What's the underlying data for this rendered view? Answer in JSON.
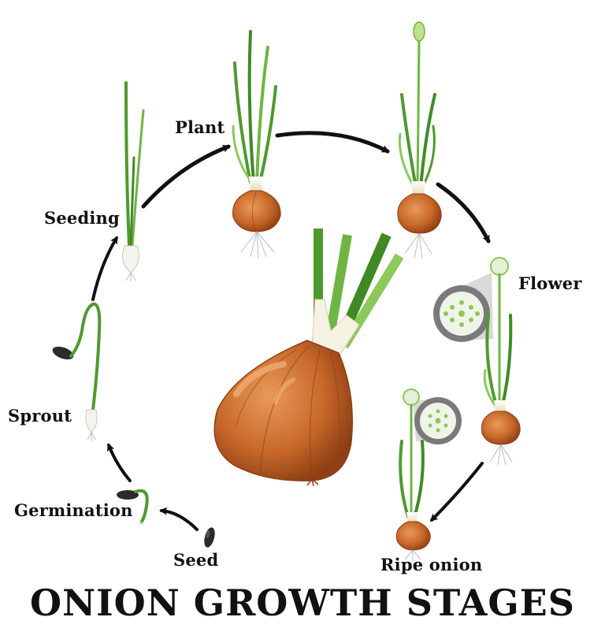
{
  "title": "ONION GROWTH STAGES",
  "stages": [
    {
      "id": "seed",
      "label": "Seed"
    },
    {
      "id": "germination",
      "label": "Germination"
    },
    {
      "id": "sprout",
      "label": "Sprout"
    },
    {
      "id": "seeding",
      "label": "Seeding"
    },
    {
      "id": "plant",
      "label": "Plant"
    },
    {
      "id": "flower",
      "label": "Flower"
    },
    {
      "id": "ripe",
      "label": "Ripe onion"
    }
  ],
  "colors": {
    "bulb": "#c8692a",
    "bulb_dark": "#8e3f14",
    "bulb_light": "#e89a5a",
    "leaf": "#4e9a2e",
    "leaf_light": "#8cc85a",
    "seed": "#2b2b2b",
    "root": "#bdbdbd",
    "arrow": "#111111",
    "flower_disc": "#7a7a7a"
  }
}
